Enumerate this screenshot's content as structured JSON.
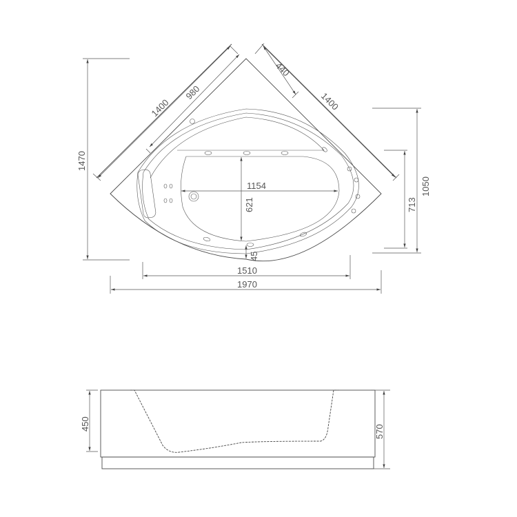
{
  "top_view": {
    "dimensions": {
      "side_left": "1400",
      "inner_side_left": "980",
      "corner_offset": "440",
      "side_right": "1400",
      "depth_overall": "1470",
      "height_right": "1050",
      "height_right_inner": "713",
      "basin_length": "1154",
      "basin_width": "621",
      "rim_gap": "45",
      "inner_width": "1510",
      "overall_width": "1970"
    }
  },
  "side_view": {
    "dimensions": {
      "basin_depth": "450",
      "total_height": "570"
    }
  },
  "colors": {
    "line": "#4a4a4a",
    "text": "#555555"
  }
}
